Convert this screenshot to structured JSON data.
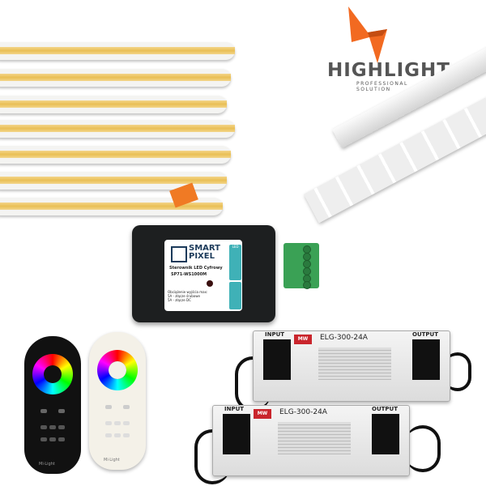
{
  "brand": {
    "name": "HIGHLIGHT",
    "tagline": "PROFESSIONAL SOLUTION",
    "accent": "#f26a21"
  },
  "controller": {
    "brand_line1": "SMART",
    "brand_line2": "PIXEL",
    "title": "Sterownik LED Cyfrowy",
    "model": "SP71-WS1000M",
    "notes": [
      "Obciążenie wyjścia max:",
      "5A - złącze śrubowe",
      "5A - złącze DC"
    ],
    "terminal_label": "LED",
    "color": "#1d1f20",
    "label_accent": "#3fb1b7"
  },
  "psus": [
    {
      "input_label": "INPUT",
      "output_label": "OUTPUT",
      "brand": "MW",
      "model": "ELG-300-24A"
    },
    {
      "input_label": "INPUT",
      "output_label": "OUTPUT",
      "brand": "MW",
      "model": "ELG-300-24A"
    }
  ],
  "remotes": [
    {
      "brand": "Mi·Light",
      "color": "#111111"
    },
    {
      "brand": "Mi·Light",
      "color": "#f4f1e8"
    }
  ],
  "led_strip": {
    "color": "#e9bf55"
  }
}
